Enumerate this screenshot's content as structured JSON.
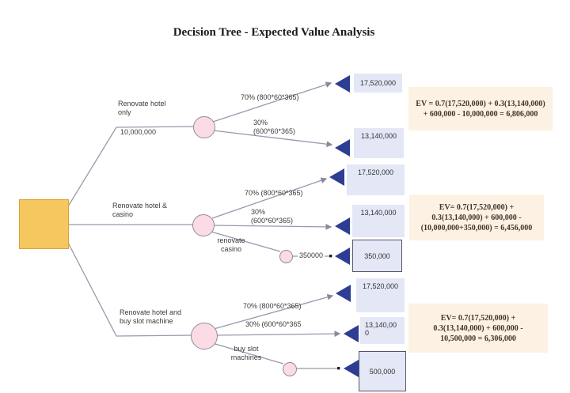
{
  "title": "Decision Tree - Expected Value Analysis",
  "colors": {
    "decision_node_fill": "#f6c75f",
    "decision_node_border": "#d9a23a",
    "chance_node_fill": "#fbdce4",
    "terminal_triangle": "#2e3d94",
    "value_box_fill": "#e4e7f6",
    "ev_box_fill": "#fdf1e3",
    "connector": "#9a97ab"
  },
  "tree": {
    "branches": [
      {
        "label": "Renovate hotel only",
        "cost": "10,000,000",
        "prob_high": "70% (800*60*365)",
        "prob_low": "30% (600*60*365)",
        "payoff_high": "17,520,000",
        "payoff_low": "13,140,000",
        "ev": "EV = 0.7(17,520,000) + 0.3(13,140,000) + 600,000 - 10,000,000 = 6,806,000"
      },
      {
        "label": "Renovate hotel & casino",
        "prob_high": "70% (800*60*365)",
        "prob_low": "30% (600*60*365)",
        "payoff_high": "17,520,000",
        "payoff_low": "13,140,000",
        "sub_branch_label": "renovate casino",
        "sub_edge_label": "350000",
        "sub_payoff": "350,000",
        "ev": "EV= 0.7(17,520,000) + 0.3(13,140,000) + 600,000 - (10,000,000+350,000) = 6,456,000"
      },
      {
        "label": "Renovate hotel and buy slot machine",
        "prob_high": "70% (800*60*365)",
        "prob_low": "30% (600*60*365",
        "payoff_high": "17,520,000",
        "payoff_low": "13,140,000",
        "sub_branch_label": "buy slot machines",
        "sub_payoff": "500,000",
        "ev": "EV= 0.7(17,520,000) + 0.3(13,140,000) + 600,000 - 10,500,000 = 6,306,000"
      }
    ]
  }
}
